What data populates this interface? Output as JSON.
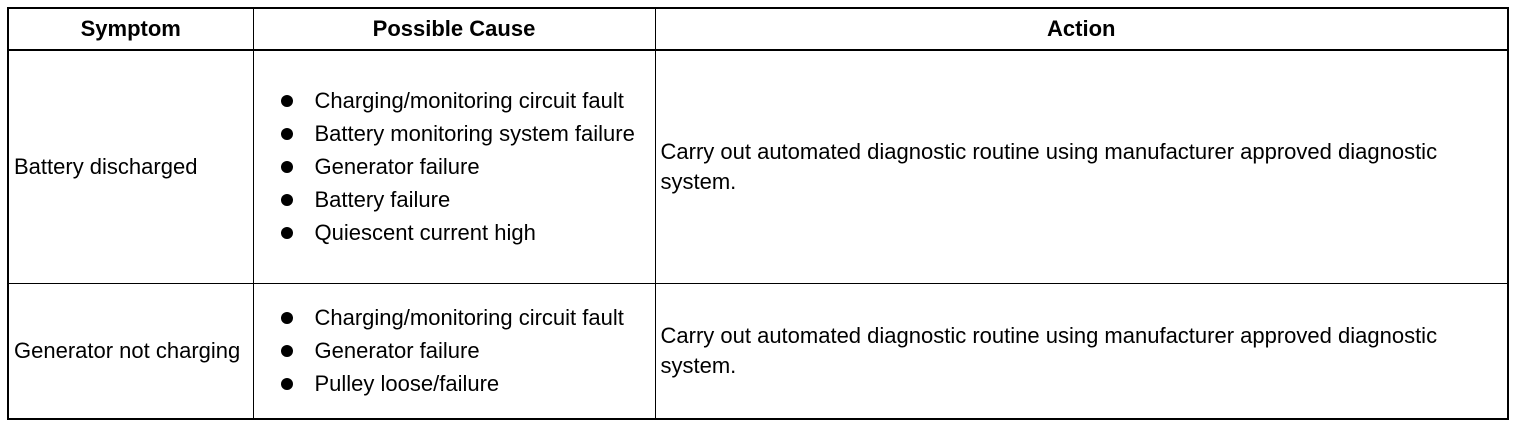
{
  "table": {
    "headers": {
      "symptom": "Symptom",
      "cause": "Possible Cause",
      "action": "Action"
    },
    "rows": [
      {
        "symptom": "Battery discharged",
        "causes": [
          "Charging/monitoring circuit fault",
          "Battery monitoring system failure",
          "Generator failure",
          "Battery failure",
          "Quiescent current high"
        ],
        "action": "Carry out automated diagnostic routine using manufacturer approved diagnostic system."
      },
      {
        "symptom": "Generator not charging",
        "causes": [
          "Charging/monitoring circuit fault",
          "Generator failure",
          "Pulley loose/failure"
        ],
        "action": "Carry out automated diagnostic routine using manufacturer approved diagnostic system."
      }
    ]
  }
}
